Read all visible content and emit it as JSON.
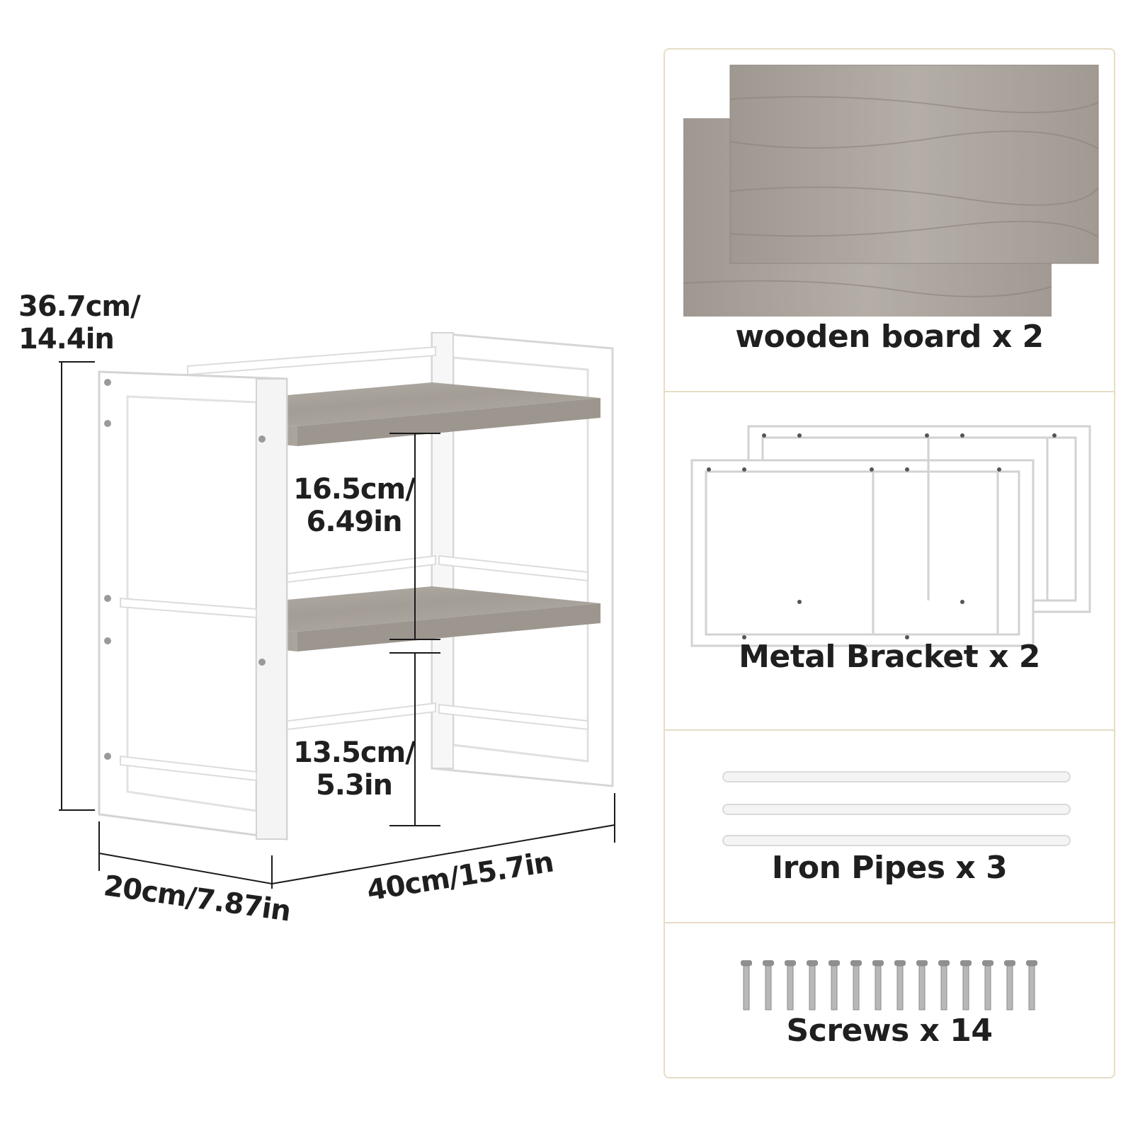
{
  "dimensions": {
    "total_height": "36.7cm/\n14.4in",
    "shelf_gap_upper": "16.5cm/\n6.49in",
    "shelf_gap_lower": "13.5cm/\n5.3in",
    "depth": "20cm/7.87in",
    "width": "40cm/15.7in"
  },
  "parts": [
    {
      "label": "wooden board x 2",
      "icon": "wooden-board-icon"
    },
    {
      "label": "Metal Bracket x 2",
      "icon": "metal-bracket-icon"
    },
    {
      "label": "Iron Pipes x 3",
      "icon": "iron-pipe-icon"
    },
    {
      "label": "Screws x 14",
      "icon": "screw-icon"
    }
  ],
  "colors": {
    "frame": "#ffffff",
    "frame_edge": "#d9d9d9",
    "wood": "#a9a39d",
    "panel_border": "#e6dcc6",
    "dimension_line": "#1a1a1a"
  }
}
